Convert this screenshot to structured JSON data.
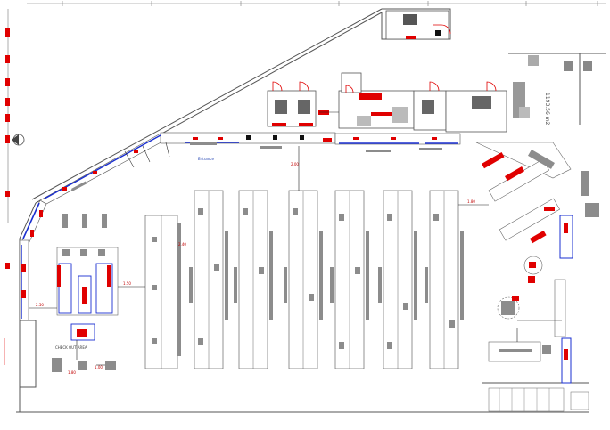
{
  "colors": {
    "outline": "#555555",
    "fixture_fill": "#8c8c8c",
    "accent_red": "#e00000",
    "accent_blue": "#1a2fd0",
    "dim_red": "#d00000"
  },
  "labels": {
    "area": "1193.56 m2",
    "entrance": "Entrance",
    "checkout": "CHECK OUT AREA",
    "dim_a": "2.00",
    "dim_b": "1.50",
    "dim_c": "2.50",
    "dim_d": "1.80",
    "dim_e": "2.40",
    "dim_f": "1.80",
    "dim_g": "1.00"
  },
  "icons": {
    "north": "north-arrow-icon"
  }
}
